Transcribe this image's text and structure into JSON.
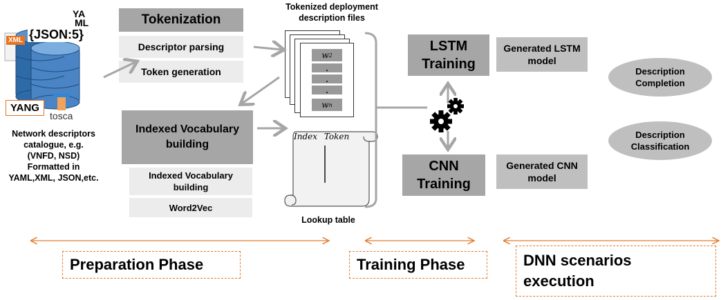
{
  "catalogue": {
    "icons": [
      "xml-file-icon",
      "json5-logo",
      "yaml-logo",
      "database-icon",
      "yang-logo",
      "tosca-logo"
    ],
    "xml_label": "XML",
    "json_label": "{JSON:5}",
    "yaml_label_top": "YA",
    "yaml_label_bottom": "ML",
    "yang_label": "YANG",
    "tosca_label": "tosca",
    "caption_lines": [
      "Network descriptors",
      "catalogue, e.g.",
      "(VNFD, NSD)",
      "Formatted in",
      "YAML,XML, JSON,etc."
    ]
  },
  "preparation": {
    "tokenization": "Tokenization",
    "descriptor_parsing": "Descriptor parsing",
    "token_generation": "Token generation",
    "indexed_vocab_main": "Indexed Vocabulary building",
    "indexed_vocab_sub": "Indexed Vocabulary building",
    "word2vec": "Word2Vec"
  },
  "files": {
    "title_line1": "Tokenized deployment",
    "title_line2": "description files",
    "token_first": "w",
    "token_first_sub": "2",
    "dots": ".",
    "token_last": "w",
    "token_last_sub": "n"
  },
  "lookup": {
    "header_index": "Index",
    "header_token": "Token",
    "caption": "Lookup table"
  },
  "training": {
    "lstm_training": "LSTM Training",
    "generated_lstm": "Generated LSTM model",
    "cnn_training": "CNN Training",
    "generated_cnn": "Generated CNN model"
  },
  "scenarios": {
    "completion": "Description Completion",
    "classification": "Description Classification"
  },
  "phases": {
    "preparation": "Preparation Phase",
    "training": "Training Phase",
    "dnn": "DNN scenarios execution"
  },
  "colors": {
    "dark_box": "#a6a6a6",
    "light_box": "#ececec",
    "arrow": "#a6a6a6",
    "phase_border": "#e07a2c",
    "database_blue": "#2e6aa8"
  }
}
